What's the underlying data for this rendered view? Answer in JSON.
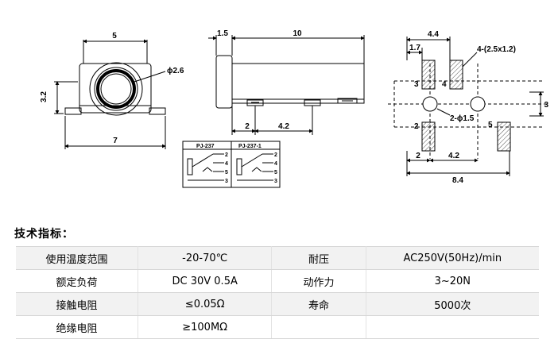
{
  "drawing": {
    "front": {
      "width": "5",
      "height": "3.2",
      "base": "7",
      "hole": "ϕ2.6"
    },
    "side": {
      "offset": "1.5",
      "length": "10",
      "pin_gap": "2",
      "pin_spacing": "4.2"
    },
    "schematic": {
      "left_title": "PJ-237",
      "right_title": "PJ-237-1",
      "left_pins": [
        "2",
        "4",
        "5",
        "3"
      ],
      "right_pins": [
        "2",
        "4",
        "5",
        "3"
      ]
    },
    "footprint": {
      "top_width": "4.4",
      "top_offset": "1.7",
      "pad_note": "4-(2.5x1.2)",
      "holes_note": "2-ϕ1.5",
      "right_dim": "3",
      "bottom_left": "2",
      "bottom_mid": "4.2",
      "bottom_total": "8.4",
      "pins": {
        "p3": "3",
        "p4": "4",
        "p2": "2",
        "p5": "5"
      }
    }
  },
  "specs": {
    "title": "技术指标：",
    "rows": [
      {
        "label1": "使用温度范围",
        "value1": "-20-70℃",
        "label2": "耐压",
        "value2": "AC250V(50Hz)/min"
      },
      {
        "label1": "额定负荷",
        "value1": "DC 30V 0.5A",
        "label2": "动作力",
        "value2": "3~20N"
      },
      {
        "label1": "接触电阻",
        "value1": "≤0.05Ω",
        "label2": "寿命",
        "value2": "5000次"
      },
      {
        "label1": "绝缘电阻",
        "value1": "≥100MΩ",
        "label2": "",
        "value2": ""
      }
    ]
  }
}
